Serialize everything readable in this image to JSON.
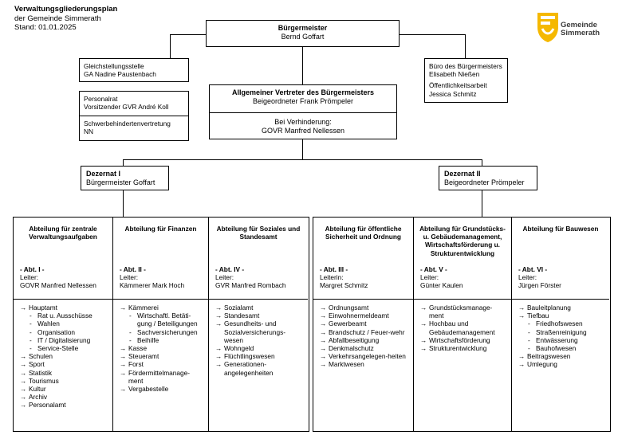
{
  "header": {
    "title": "Verwaltungsgliederungsplan",
    "municipality": "der Gemeinde Simmerath",
    "date": "Stand: 01.01.2025"
  },
  "logo": {
    "line1": "Gemeinde",
    "line2": "Simmerath",
    "icon": "municipal-crest-icon",
    "color": "#f5b800"
  },
  "mayor": {
    "title": "Bürgermeister",
    "name": "Bernd Goffart"
  },
  "equality": {
    "title": "Gleichstellungsstelle",
    "name": "GA Nadine Paustenbach"
  },
  "staff_council": {
    "title": "Personalrat",
    "name": "Vorsitzender GVR André Koll"
  },
  "disability": {
    "title": "Schwerbehindertenvertretung",
    "name": "NN"
  },
  "mayor_office": {
    "title": "Büro des Bürgermeisters",
    "name": "Elisabeth Nießen",
    "pr_title": "Öffentlichkeitsarbeit",
    "pr_name": "Jessica Schmitz"
  },
  "deputy": {
    "title": "Allgemeiner Vertreter des Bürgermeisters",
    "name": "Beigeordneter Frank Prömpeler",
    "sub_title": "Bei Verhinderung:",
    "sub_name": "GOVR Manfred Nellessen"
  },
  "dezernat1": {
    "title": "Dezernat I",
    "name": "Bürgermeister Goffart"
  },
  "dezernat2": {
    "title": "Dezernat II",
    "name": "Beigeordneter Prömpeler"
  },
  "departments": [
    {
      "name": "Abteilung für zentrale Verwaltungsaufgaben",
      "code": "- Abt. I -",
      "leader_label": "Leiter:",
      "leader": "GOVR Manfred Nellessen",
      "tasks": [
        {
          "label": "Hauptamt",
          "subs": [
            "Rat u. Ausschüsse",
            "Wahlen",
            "Organisation",
            "IT / Digitalisierung",
            "Service-Stelle"
          ]
        },
        {
          "label": "Schulen",
          "subs": []
        },
        {
          "label": "Sport",
          "subs": []
        },
        {
          "label": "Statistik",
          "subs": []
        },
        {
          "label": "Tourismus",
          "subs": []
        },
        {
          "label": "Kultur",
          "subs": []
        },
        {
          "label": "Archiv",
          "subs": []
        },
        {
          "label": "Personalamt",
          "subs": []
        }
      ]
    },
    {
      "name": "Abteilung für Finanzen",
      "code": "- Abt. II -",
      "leader_label": "Leiter:",
      "leader": "Kämmerer Mark Hoch",
      "tasks": [
        {
          "label": "Kämmerei",
          "subs": [
            "Wirtschaftl. Betäti-gung / Beteiligungen",
            "Sachversicherungen",
            "Beihilfe"
          ]
        },
        {
          "label": "Kasse",
          "subs": []
        },
        {
          "label": "Steueramt",
          "subs": []
        },
        {
          "label": "Forst",
          "subs": []
        },
        {
          "label": "Fördermittelmanage-ment",
          "subs": []
        },
        {
          "label": "Vergabestelle",
          "subs": []
        }
      ]
    },
    {
      "name": "Abteilung für Soziales und Standesamt",
      "code": "- Abt. IV -",
      "leader_label": "Leiter:",
      "leader": "GVR Manfred Rombach",
      "tasks": [
        {
          "label": "Sozialamt",
          "subs": []
        },
        {
          "label": "Standesamt",
          "subs": []
        },
        {
          "label": "Gesundheits- und Sozialversicherungs-wesen",
          "subs": []
        },
        {
          "label": "Wohngeld",
          "subs": []
        },
        {
          "label": "Flüchtlingswesen",
          "subs": []
        },
        {
          "label": "Generationen-angelegenheiten",
          "subs": []
        }
      ]
    },
    {
      "name": "Abteilung für öffentliche Sicherheit und Ordnung",
      "code": "- Abt. III -",
      "leader_label": "Leiterin:",
      "leader": "Margret Schmitz",
      "tasks": [
        {
          "label": "Ordnungsamt",
          "subs": []
        },
        {
          "label": "Einwohnermeldeamt",
          "subs": []
        },
        {
          "label": "Gewerbeamt",
          "subs": []
        },
        {
          "label": "Brandschutz / Feuer-wehr",
          "subs": []
        },
        {
          "label": "Abfallbeseitigung",
          "subs": []
        },
        {
          "label": "Denkmalschutz",
          "subs": []
        },
        {
          "label": "Verkehrsangelegen-heiten",
          "subs": []
        },
        {
          "label": "Marktwesen",
          "subs": []
        }
      ]
    },
    {
      "name": "Abteilung für Grundstücks- u. Gebäudemanagement, Wirtschaftsförderung u. Strukturentwicklung",
      "code": "- Abt. V -",
      "leader_label": "Leiter:",
      "leader": "Günter Kaulen",
      "tasks": [
        {
          "label": "Grundstücksmanage-ment",
          "subs": []
        },
        {
          "label": "Hochbau und Gebäudemanagement",
          "subs": []
        },
        {
          "label": "Wirtschaftsförderung",
          "subs": []
        },
        {
          "label": "Strukturentwicklung",
          "subs": []
        }
      ]
    },
    {
      "name": "Abteilung für Bauwesen",
      "code": "- Abt. VI -",
      "leader_label": "Leiter:",
      "leader": "Jürgen Förster",
      "tasks": [
        {
          "label": "Bauleitplanung",
          "subs": []
        },
        {
          "label": "Tiefbau",
          "subs": [
            "Friedhofswesen",
            "Straßenreinigung",
            "Entwässerung",
            "Bauhofwesen"
          ]
        },
        {
          "label": "Beitragswesen",
          "subs": []
        },
        {
          "label": "Umlegung",
          "subs": []
        }
      ]
    }
  ]
}
